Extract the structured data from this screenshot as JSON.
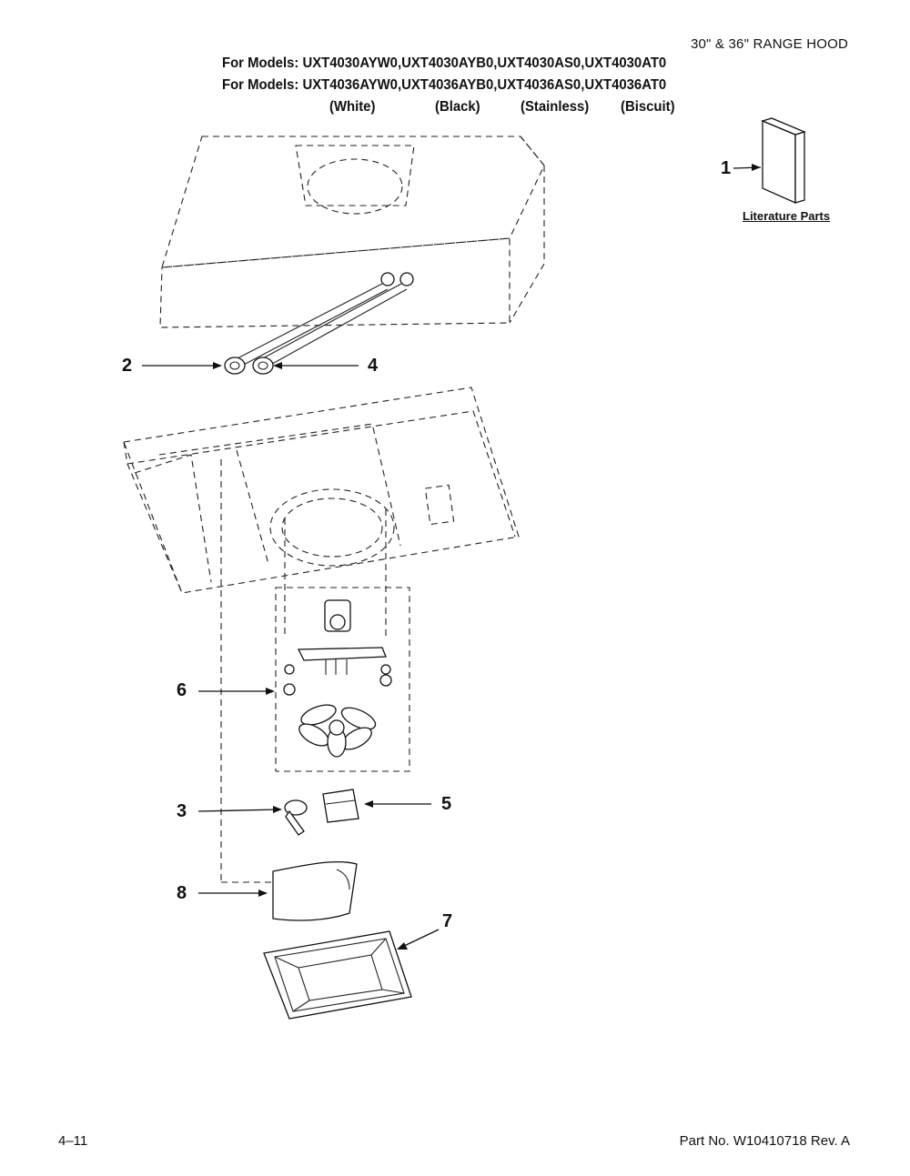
{
  "header": {
    "title": "30\" & 36\" RANGE HOOD",
    "models_line_1": "For Models: UXT4030AYW0,UXT4030AYB0,UXT4030AS0,UXT4030AT0",
    "models_line_2": "For Models: UXT4036AYW0,UXT4036AYB0,UXT4036AS0,UXT4036AT0",
    "colors": [
      "(White)",
      "(Black)",
      "(Stainless)",
      "(Biscuit)"
    ]
  },
  "literature_label": "Literature Parts",
  "callouts": [
    "1",
    "2",
    "3",
    "4",
    "5",
    "6",
    "7",
    "8"
  ],
  "footer": {
    "page": "4–11",
    "part_no": "Part No. W10410718 Rev. A"
  }
}
